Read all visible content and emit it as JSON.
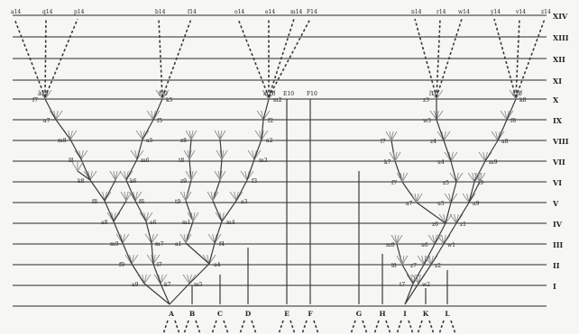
{
  "generations": [
    "XIV",
    "XIII",
    "XII",
    "XI",
    "X",
    "IX",
    "VIII",
    "VII",
    "VI",
    "V",
    "IV",
    "III",
    "II",
    "I"
  ],
  "species": [
    "A",
    "B",
    "C",
    "D",
    "E",
    "F",
    "G",
    "H",
    "I",
    "K",
    "L"
  ],
  "node_marks": {
    "top": [
      "a14",
      "q14",
      "p14",
      "b14",
      "f14",
      "o14",
      "e14",
      "m14",
      "F14",
      "n14",
      "r14",
      "w14",
      "y14",
      "v14",
      "z14"
    ],
    "gen10": [
      "a10",
      "f10",
      "m10",
      "E10",
      "F10",
      "i10",
      "z10"
    ],
    "small": [
      "a9",
      "f9",
      "m9",
      "a8",
      "f8",
      "k8",
      "l8",
      "m8",
      "a7",
      "f7",
      "k7",
      "l7",
      "m7",
      "a6",
      "f6",
      "k6",
      "m6",
      "a5",
      "f5",
      "k5",
      "m5",
      "a4",
      "f4",
      "m4",
      "a3",
      "f3",
      "m3",
      "a2",
      "f2",
      "m2",
      "a1",
      "m1",
      "t9",
      "z9",
      "t8",
      "z8",
      "t7",
      "z7",
      "u6",
      "z6",
      "u5",
      "z5",
      "u4",
      "z4",
      "w3",
      "z3",
      "w2",
      "z2",
      "w1",
      "z1"
    ]
  }
}
